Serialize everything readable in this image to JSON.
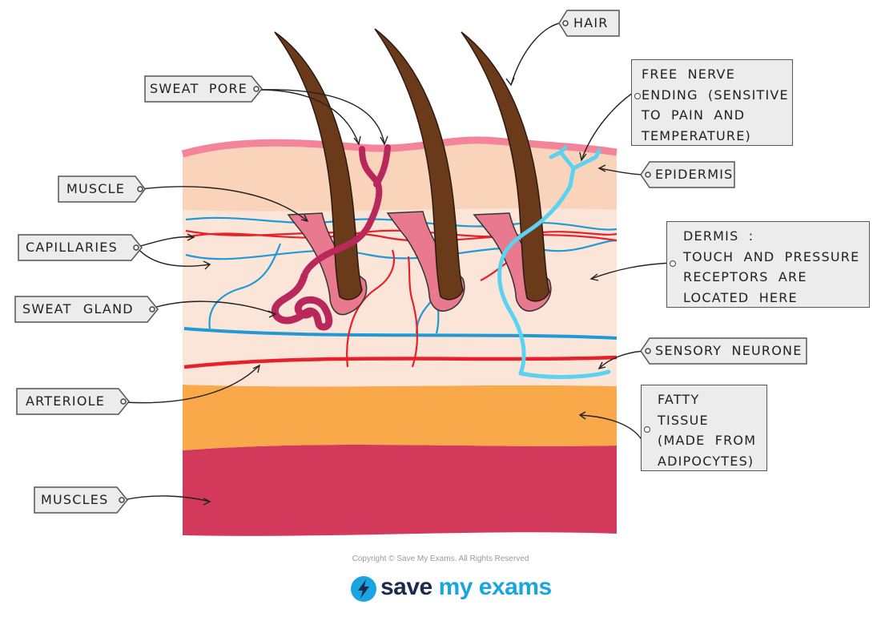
{
  "labels": {
    "hair": "HAIR",
    "sweat_pore": "SWEAT PORE",
    "free_nerve_ending": [
      "FREE NERVE",
      "ENDING (SENSITIVE",
      "TO PAIN AND",
      "TEMPERATURE)"
    ],
    "epidermis": "EPIDERMIS",
    "muscle": "MUSCLE",
    "capillaries": "CAPILLARIES",
    "dermis": [
      "DERMIS :",
      "TOUCH AND PRESSURE",
      "RECEPTORS ARE",
      "LOCATED HERE"
    ],
    "sweat_gland": "SWEAT GLAND",
    "sensory_neurone": "SENSORY NEURONE",
    "arteriole": "ARTERIOLE",
    "fatty_tissue": [
      "FATTY",
      "TISSUE",
      "(MADE FROM",
      "ADIPOCYTES)"
    ],
    "muscles": "MUSCLES"
  },
  "footer": {
    "copyright": "Copyright © Save My Exams. All Rights Reserved",
    "logo_word_1": "save",
    "logo_word_2": "my exams"
  },
  "colors": {
    "epidermis_surface": "#f4849a",
    "epidermis": "#f9d3ba",
    "dermis": "#fbe5d8",
    "fatty_tissue": "#f9a94a",
    "muscles": "#d2395a",
    "hair": "#6b3a1a",
    "follicle": "#e9798f",
    "sweat_gland": "#b8285a",
    "capillary_red": "#e8202a",
    "capillary_blue": "#1f9ad6",
    "nerve": "#5ad2f0",
    "label_fill": "#ececec"
  }
}
